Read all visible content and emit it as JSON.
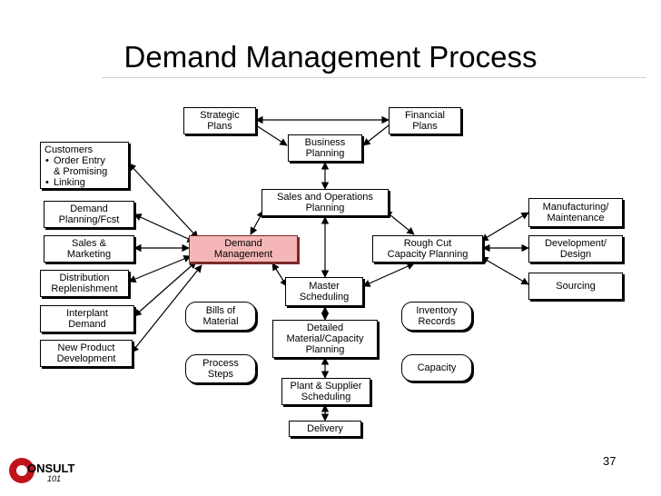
{
  "title": "Demand Management Process",
  "page_number": "37",
  "logo": {
    "text": "ONSULT",
    "sub": "101",
    "color": "#c0141a"
  },
  "boxes": {
    "strategic": "Strategic\nPlans",
    "financial": "Financial\nPlans",
    "business": "Business\nPlanning",
    "sop": "Sales and Operations\nPlanning",
    "customers_title": "Customers",
    "customers_items": [
      "Order Entry\n& Promising",
      "Linking"
    ],
    "demand_planning": "Demand\nPlanning/Fcst",
    "sales_marketing": "Sales &\nMarketing",
    "distribution": "Distribution\nReplenishment",
    "interplant": "Interplant\nDemand",
    "new_product": "New Product\nDevelopment",
    "demand_mgmt": "Demand\nManagement",
    "rough_cut": "Rough Cut\nCapacity Planning",
    "manufacturing": "Manufacturing/\nMaintenance",
    "development": "Development/\nDesign",
    "sourcing": "Sourcing",
    "mps": "Master\nScheduling",
    "bills": "Bills of\nMaterial",
    "process_steps": "Process\nSteps",
    "inventory": "Inventory\nRecords",
    "capacity": "Capacity",
    "detailed": "Detailed\nMaterial/Capacity\nPlanning",
    "plant": "Plant & Supplier\nScheduling",
    "delivery": "Delivery"
  },
  "colors": {
    "demand_fill": "#f4b6b6",
    "demand_border": "#7a2a2a"
  }
}
